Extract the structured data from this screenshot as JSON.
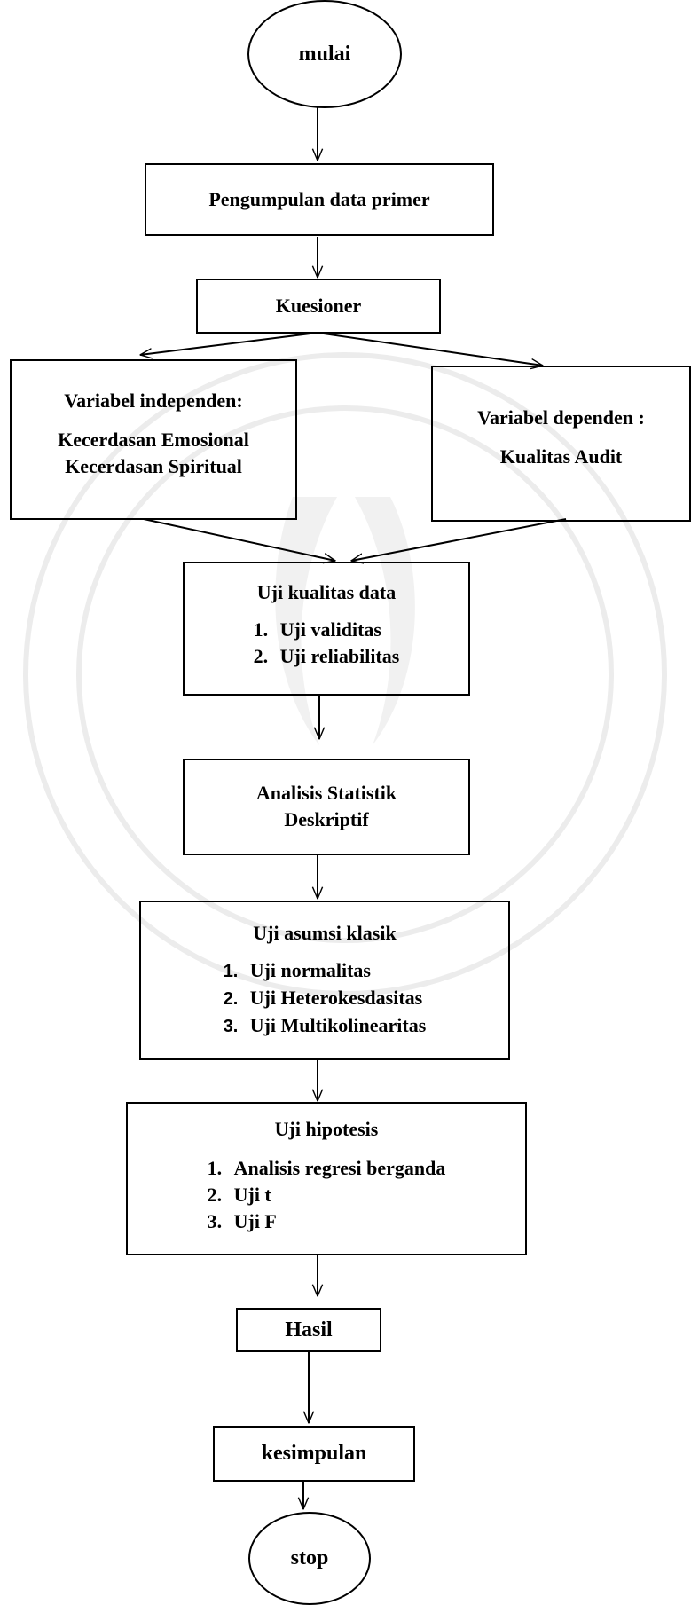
{
  "nodes": {
    "start": {
      "label": "mulai"
    },
    "collect": {
      "label": "Pengumpulan data primer"
    },
    "questionnaire": {
      "label": "Kuesioner"
    },
    "independent": {
      "title": "Variabel independen:",
      "lines": [
        "Kecerdasan Emosional",
        "Kecerdasan Spiritual"
      ]
    },
    "dependent": {
      "title": "Variabel dependen :",
      "lines": [
        "Kualitas Audit"
      ]
    },
    "quality": {
      "title": "Uji kualitas data",
      "items": [
        {
          "num": "1.",
          "text": "Uji validitas"
        },
        {
          "num": "2.",
          "text": "Uji reliabilitas"
        }
      ]
    },
    "descriptive": {
      "lines": [
        "Analisis Statistik",
        "Deskriptif"
      ]
    },
    "assumption": {
      "title": "Uji asumsi klasik",
      "items": [
        {
          "num": "1.",
          "text": "Uji normalitas"
        },
        {
          "num": "2.",
          "text": "Uji Heterokesdasitas"
        },
        {
          "num": "3.",
          "text": "Uji Multikolinearitas"
        }
      ]
    },
    "hypothesis": {
      "title": "Uji hipotesis",
      "items": [
        {
          "num": "1.",
          "text": "Analisis regresi berganda"
        },
        {
          "num": "2.",
          "text": "Uji t"
        },
        {
          "num": "3.",
          "text": "Uji F"
        }
      ]
    },
    "result": {
      "label": "Hasil"
    },
    "conclusion": {
      "label": "kesimpulan"
    },
    "stop": {
      "label": "stop"
    }
  },
  "colors": {
    "stroke": "#000000",
    "watermark": "#e8e8e8"
  }
}
